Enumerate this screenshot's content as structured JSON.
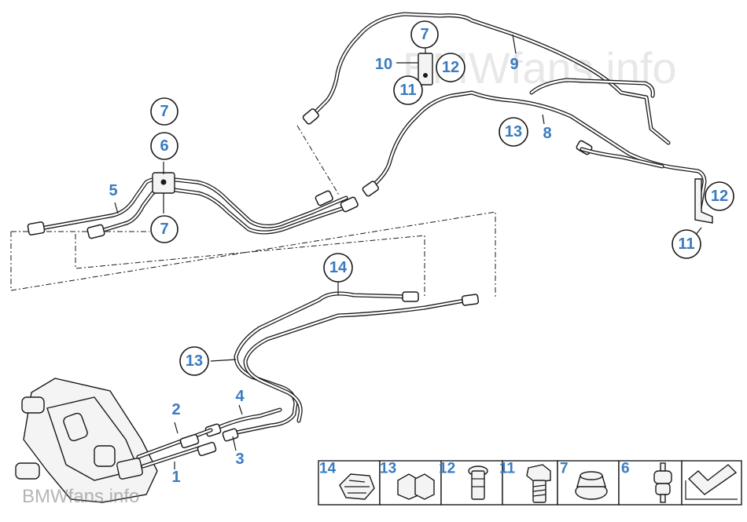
{
  "watermark": {
    "top": "BMWfans.info",
    "bottom": "BMWfans.info"
  },
  "callouts": [
    {
      "id": "c7-left-top",
      "label": "7"
    },
    {
      "id": "c6-left",
      "label": "6"
    },
    {
      "id": "c7-left-bottom",
      "label": "7"
    },
    {
      "id": "c7-top",
      "label": "7"
    },
    {
      "id": "c12-top",
      "label": "12"
    },
    {
      "id": "c11-top",
      "label": "11"
    },
    {
      "id": "c13-upper",
      "label": "13"
    },
    {
      "id": "c12-right",
      "label": "12"
    },
    {
      "id": "c11-right",
      "label": "11"
    },
    {
      "id": "c14-middle",
      "label": "14"
    },
    {
      "id": "c13-lower",
      "label": "13"
    }
  ],
  "labels": [
    {
      "id": "l5",
      "label": "5"
    },
    {
      "id": "l10",
      "label": "10"
    },
    {
      "id": "l9",
      "label": "9"
    },
    {
      "id": "l8",
      "label": "8"
    },
    {
      "id": "l4",
      "label": "4"
    },
    {
      "id": "l2",
      "label": "2"
    },
    {
      "id": "l3",
      "label": "3"
    },
    {
      "id": "l1",
      "label": "1"
    }
  ],
  "legend": [
    {
      "number": "14",
      "part_icon": "cable-clip-icon"
    },
    {
      "number": "13",
      "part_icon": "double-clip-icon"
    },
    {
      "number": "12",
      "part_icon": "rivet-nut-icon"
    },
    {
      "number": "11",
      "part_icon": "hex-bolt-icon"
    },
    {
      "number": "7",
      "part_icon": "collar-nut-icon"
    },
    {
      "number": "6",
      "part_icon": "rubber-mount-icon"
    },
    {
      "number": "",
      "part_icon": "arrow-direction-icon"
    }
  ]
}
